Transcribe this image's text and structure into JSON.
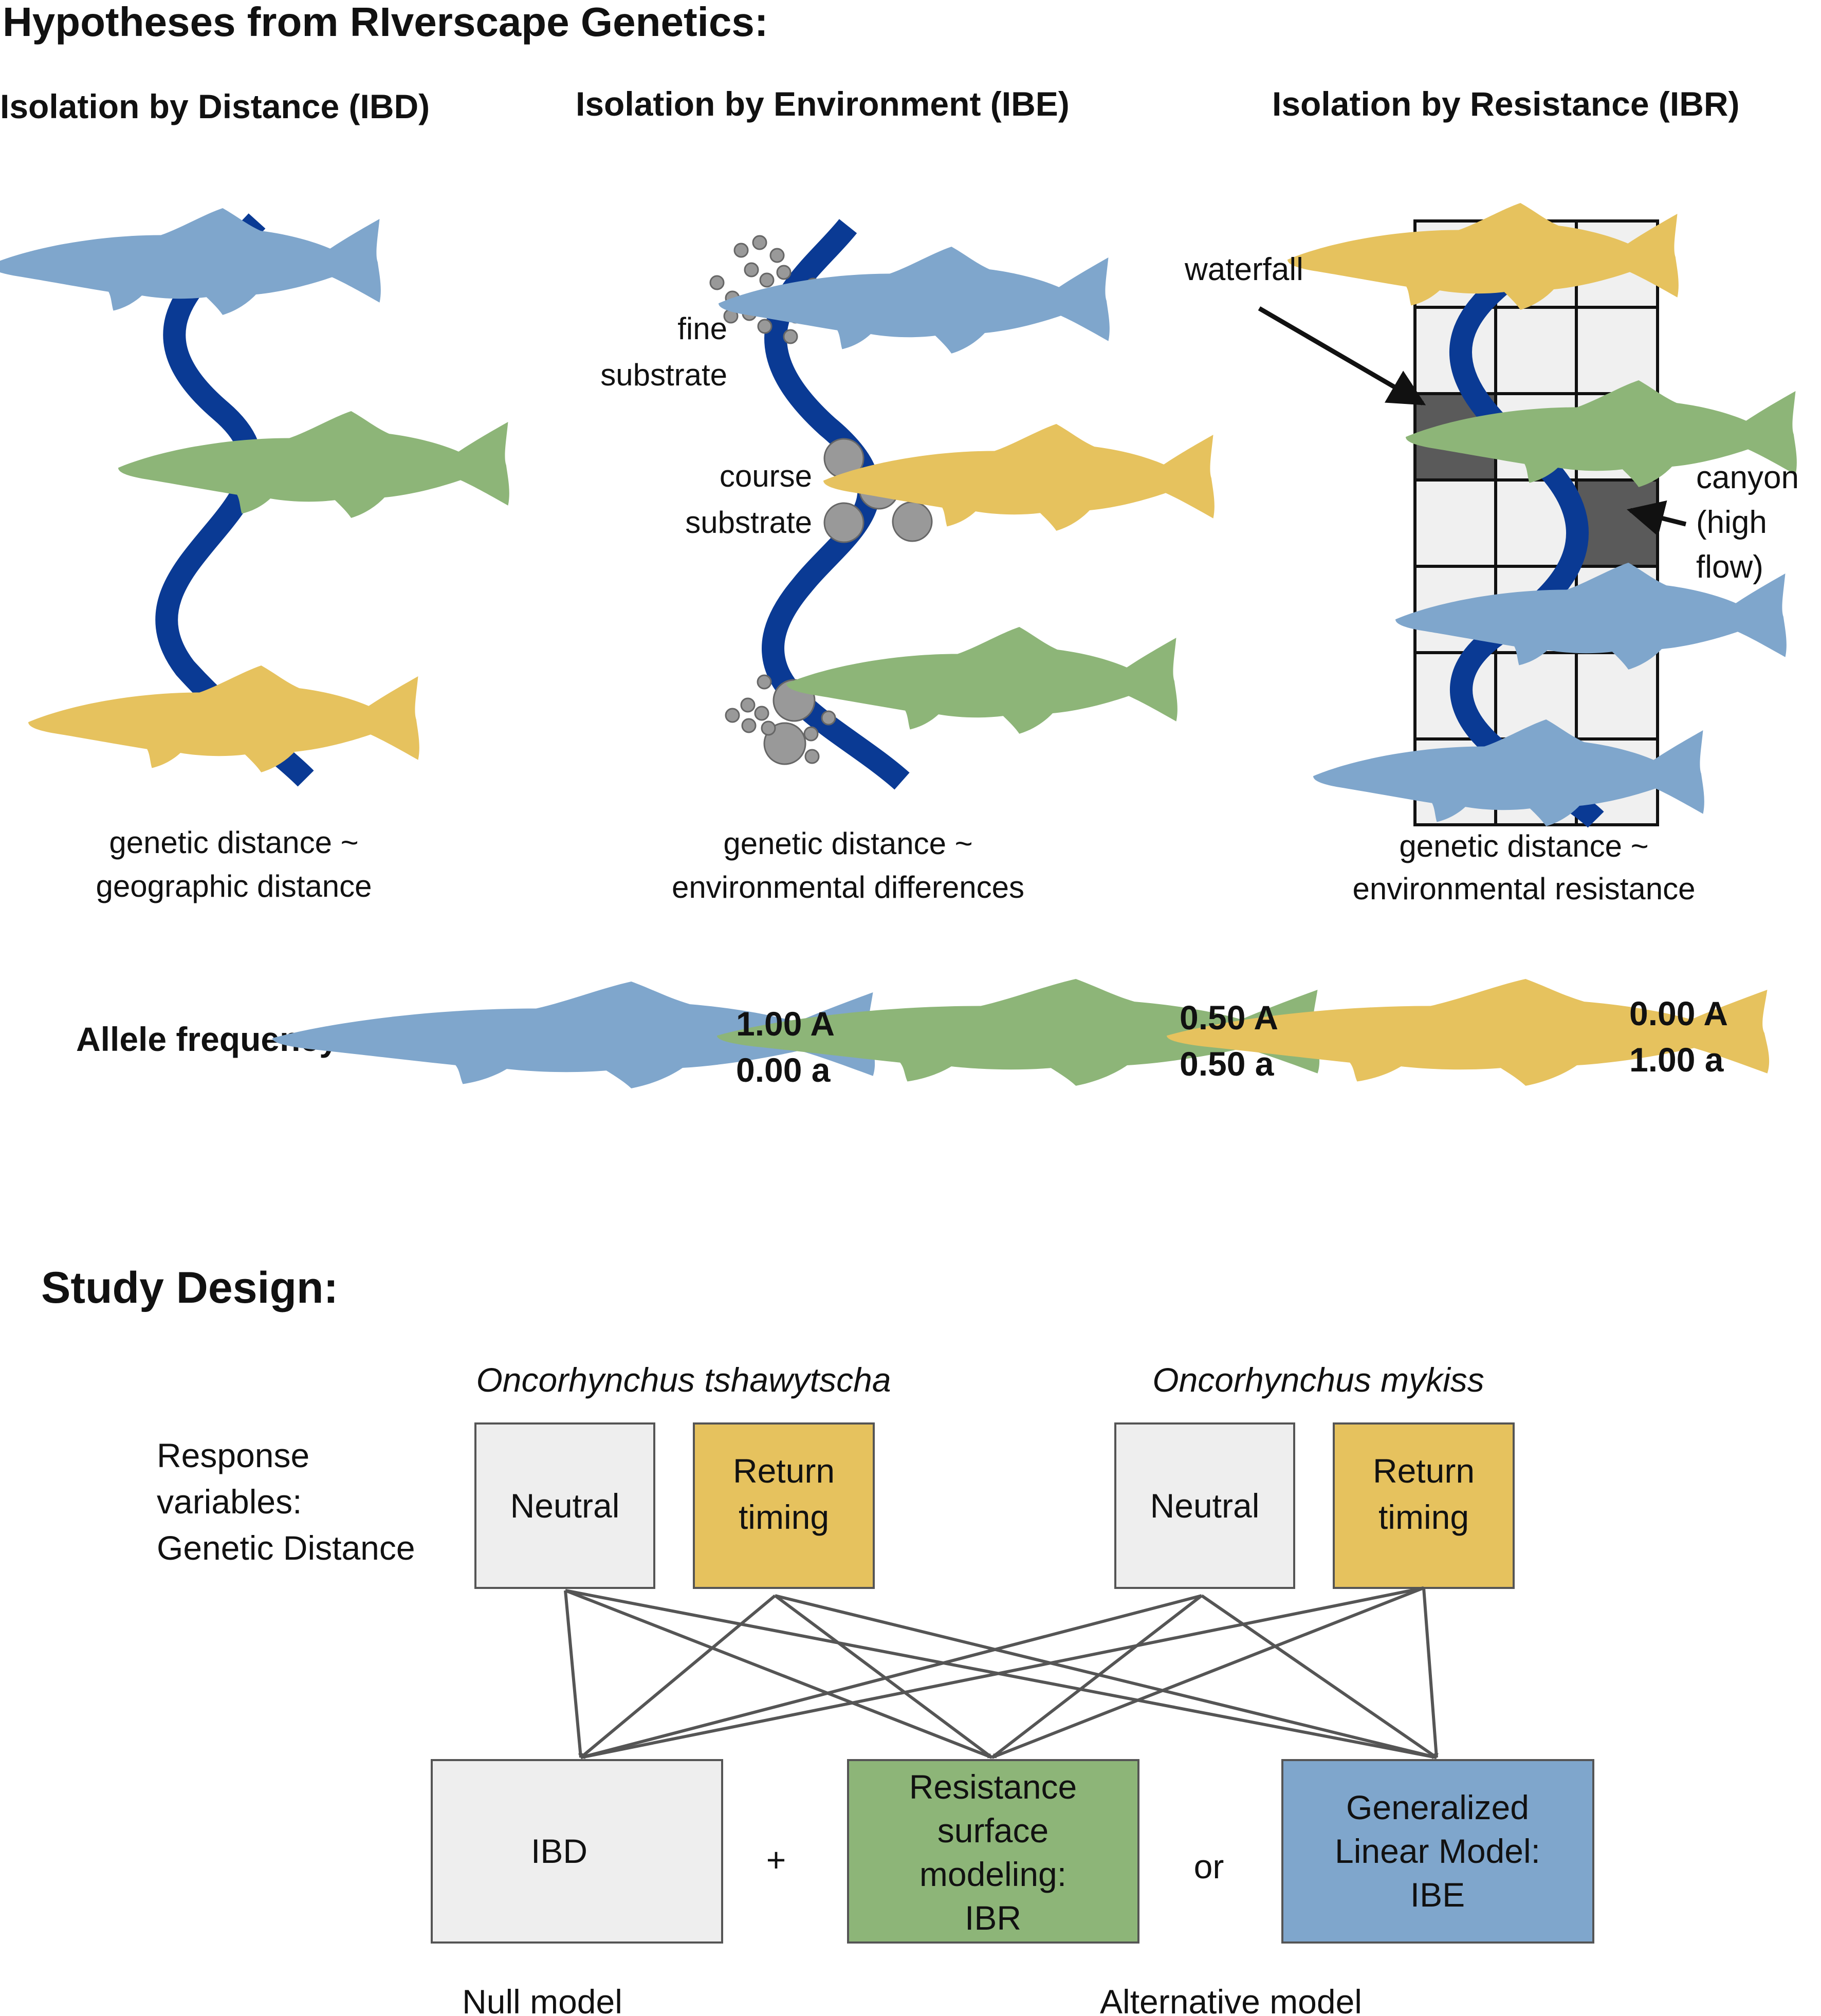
{
  "title": "Hypotheses from RIverscape Genetics:",
  "panels": {
    "ibd": {
      "heading": "Isolation by Distance (IBD)",
      "caption_line1": "genetic distance ~",
      "caption_line2": "geographic distance"
    },
    "ibe": {
      "heading": "Isolation by Environment (IBE)",
      "fine_line1": "fine",
      "fine_line2": "substrate",
      "course_line1": "course",
      "course_line2": "substrate",
      "caption_line1": "genetic distance ~",
      "caption_line2": "environmental differences"
    },
    "ibr": {
      "heading": "Isolation by Resistance (IBR)",
      "waterfall": "waterfall",
      "canyon_line1": "canyon",
      "canyon_line2": "(high",
      "canyon_line3": "flow)",
      "caption_line1": "genetic distance ~",
      "caption_line2": "environmental resistance"
    }
  },
  "allele": {
    "label": "Allele frequency:",
    "fish": [
      {
        "A": "1.00 A",
        "a": "0.00 a",
        "color": "#7fa6cc"
      },
      {
        "A": "0.50 A",
        "a": "0.50 a",
        "color": "#8db578"
      },
      {
        "A": "0.00 A",
        "a": "1.00 a",
        "color": "#e6c25e"
      }
    ]
  },
  "study": {
    "heading": "Study Design:",
    "species1": "Oncorhynchus tshawytscha",
    "species2": "Oncorhynchus mykiss",
    "response_line1": "Response",
    "response_line2": "variables:",
    "response_line3": "Genetic Distance",
    "neutral": "Neutral",
    "return_line1": "Return",
    "return_line2": "timing",
    "models": {
      "ibd": "IBD",
      "plus": "+",
      "or": "or",
      "res_line1": "Resistance",
      "res_line2": "surface",
      "res_line3": "modeling:",
      "res_line4": "IBR",
      "glm_line1": "Generalized",
      "glm_line2": "Linear Model:",
      "glm_line3": "IBE"
    },
    "null_model": "Null model",
    "alt_model": "Alternative model"
  },
  "colors": {
    "river": "#0a3a94",
    "blue_fish": "#7fa6cc",
    "green_fish": "#8db578",
    "yellow_fish": "#e6c25e",
    "grey_box": "#eeeeee",
    "green_box": "#8db578",
    "blue_box": "#7fa6cc",
    "yellow_box": "#e6c25e",
    "dark_cell": "#5a5a5a",
    "light_cell": "#f0f0f0",
    "pebble": "#999999",
    "arrow": "#555555"
  }
}
